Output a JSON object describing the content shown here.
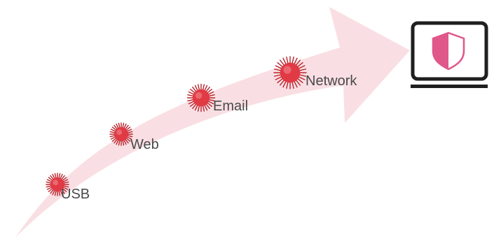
{
  "colors": {
    "arrow_fill": "#f9dde2",
    "virus_body": "#e03a44",
    "virus_dark": "#b8242d",
    "laptop_stroke": "#1f1f1f",
    "shield_fill": "#e0578a",
    "label_text": "#4a4a4a"
  },
  "vectors": [
    {
      "label": "USB",
      "icon": "virus-icon"
    },
    {
      "label": "Web",
      "icon": "virus-icon"
    },
    {
      "label": "Email",
      "icon": "virus-icon"
    },
    {
      "label": "Network",
      "icon": "virus-icon"
    }
  ],
  "target": {
    "icon": "laptop-shield-icon"
  }
}
